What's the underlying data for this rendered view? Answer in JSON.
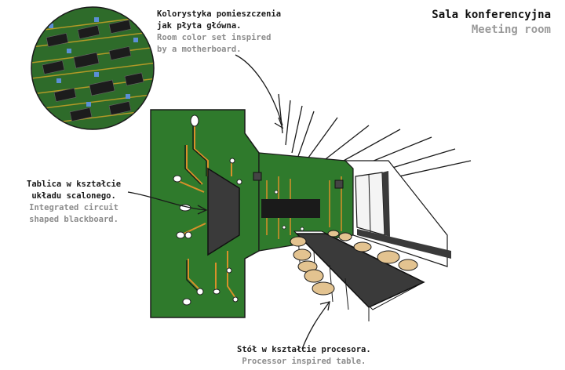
{
  "title": {
    "pl": "Sala konferencyjna",
    "en": "Meeting room"
  },
  "annotations": {
    "color_scheme": {
      "pl_1": "Kolorystyka pomieszczenia",
      "pl_2": "jak płyta główna.",
      "en_1": "Room color set inspired",
      "en_2": "by a motherboard."
    },
    "blackboard": {
      "pl_1": "Tablica w kształcie",
      "pl_2": "układu scalonego.",
      "en_1": "Integrated circuit",
      "en_2": "shaped blackboard."
    },
    "table": {
      "pl_1": "Stół w kształcie procesora.",
      "en_1": "Processor inspired table."
    }
  },
  "colors": {
    "wall_green": "#2f7a2c",
    "pcb_green": "#3f8a3a",
    "dark_grey": "#3a3a3a",
    "chair_wood": "#e3c390",
    "ink": "#1a1a1a"
  }
}
